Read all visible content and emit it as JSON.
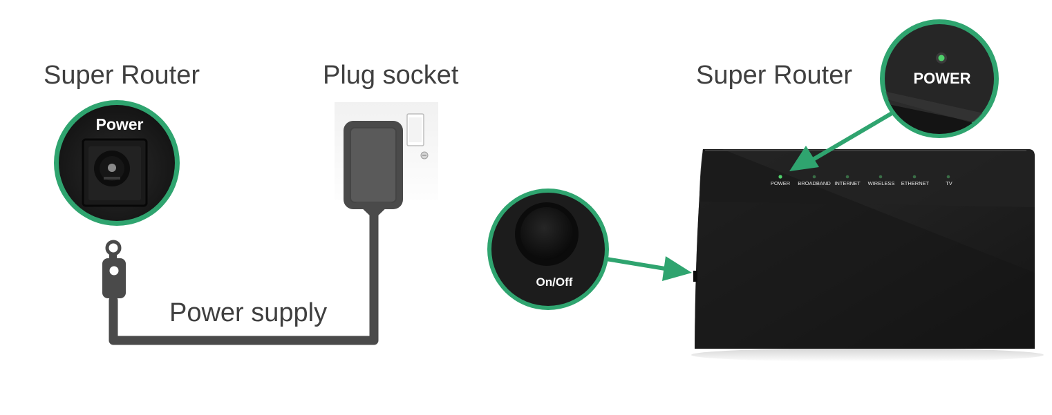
{
  "labels": {
    "router_left": "Super Router",
    "plug_socket": "Plug socket",
    "router_right": "Super Router",
    "power_supply": "Power supply"
  },
  "callouts": {
    "power_port": "Power",
    "on_off": "On/Off",
    "power_led": "POWER"
  },
  "router_leds": [
    "POWER",
    "BROADBAND",
    "INTERNET",
    "WIRELESS",
    "ETHERNET",
    "TV"
  ],
  "colors": {
    "accent_green": "#2fa46f",
    "cable": "#4a4a4a",
    "router_body": "#1b1b1b",
    "text": "#3f3f3f",
    "led_on": "#4ed06a"
  }
}
